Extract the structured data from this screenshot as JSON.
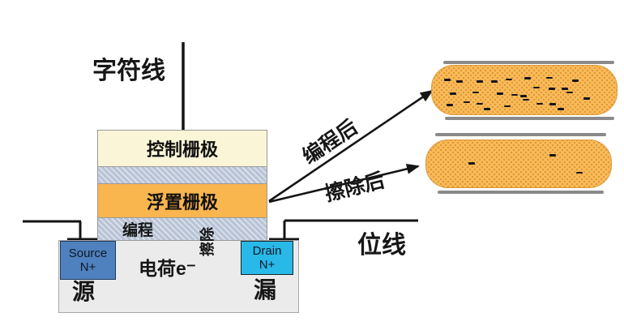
{
  "labels": {
    "word_line": "字符线",
    "control_gate": "控制栅极",
    "floating_gate": "浮置栅极",
    "program": "编程",
    "erase": "擦除",
    "charge": "电荷e⁻",
    "source_line1": "Source",
    "source_line2": "N+",
    "drain_line1": "Drain",
    "drain_line2": "N+",
    "source_cn": "源",
    "drain_cn": "漏",
    "bit_line": "位线",
    "after_program": "编程后",
    "after_erase": "擦除后"
  },
  "colors": {
    "control_gate_fill": "#faf5d7",
    "floating_gate_fill": "#f9b54e",
    "oxide_fill": "#b9c4d6",
    "source_fill": "#4e81bd",
    "drain_fill": "#29b9e8",
    "substrate_fill": "#ebebeb",
    "capsule_fill": "#f9bc58",
    "capsule_dot": "#e2973a",
    "electron": "#15151f",
    "blue_arrow": "#4a7cba",
    "line": "#141414",
    "gray_bar": "#8a8a8a"
  },
  "capsules": {
    "programmed": {
      "state_label": "编程后",
      "electrons": [
        [
          6.5,
          27
        ],
        [
          13,
          30
        ],
        [
          24,
          30
        ],
        [
          32,
          30
        ],
        [
          40,
          26
        ],
        [
          50,
          24
        ],
        [
          62,
          23
        ],
        [
          76,
          29
        ],
        [
          9.5,
          55
        ],
        [
          22,
          53
        ],
        [
          35,
          55
        ],
        [
          43,
          58
        ],
        [
          48,
          60
        ],
        [
          55,
          43
        ],
        [
          63,
          45
        ],
        [
          70,
          45
        ],
        [
          73,
          53
        ],
        [
          8,
          79
        ],
        [
          17,
          73
        ],
        [
          24,
          76
        ],
        [
          28,
          87
        ],
        [
          39,
          81
        ],
        [
          49,
          68
        ],
        [
          56.5,
          76
        ],
        [
          63.5,
          77
        ],
        [
          68,
          87
        ],
        [
          82,
          65
        ]
      ]
    },
    "erased": {
      "state_label": "擦除后",
      "electrons": [
        [
          23,
          47
        ],
        [
          66.5,
          30
        ],
        [
          81,
          67
        ]
      ]
    }
  }
}
